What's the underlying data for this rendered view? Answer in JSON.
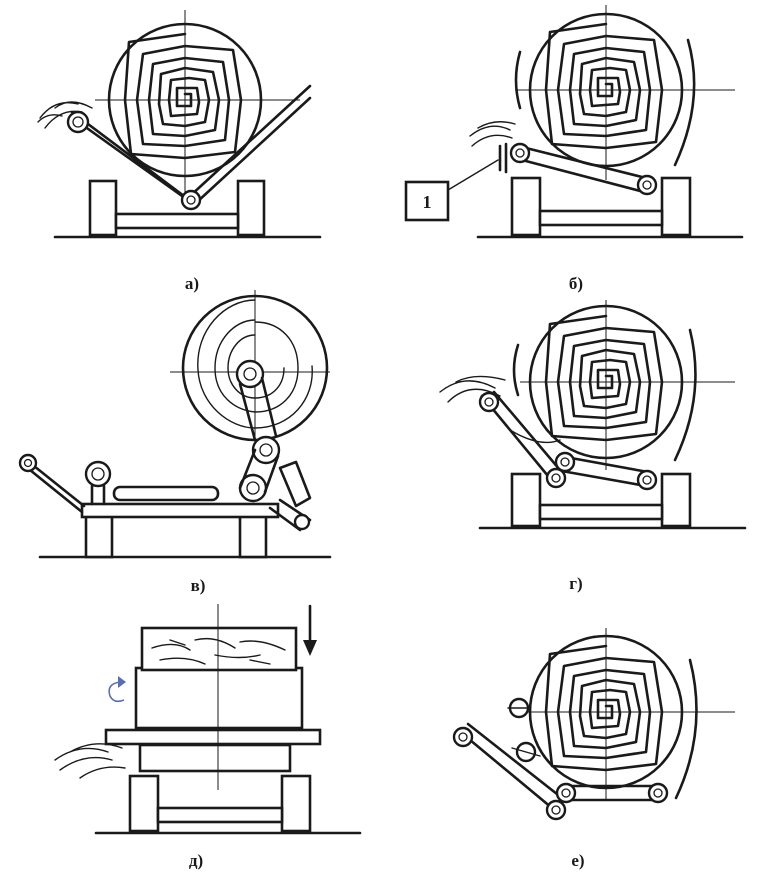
{
  "panels": [
    {
      "id": "a",
      "caption": "а)"
    },
    {
      "id": "b",
      "caption": "б)"
    },
    {
      "id": "v",
      "caption": "в)"
    },
    {
      "id": "g",
      "caption": "г)"
    },
    {
      "id": "d",
      "caption": "д)"
    },
    {
      "id": "e",
      "caption": "е)"
    }
  ],
  "callout": {
    "label": "1"
  }
}
